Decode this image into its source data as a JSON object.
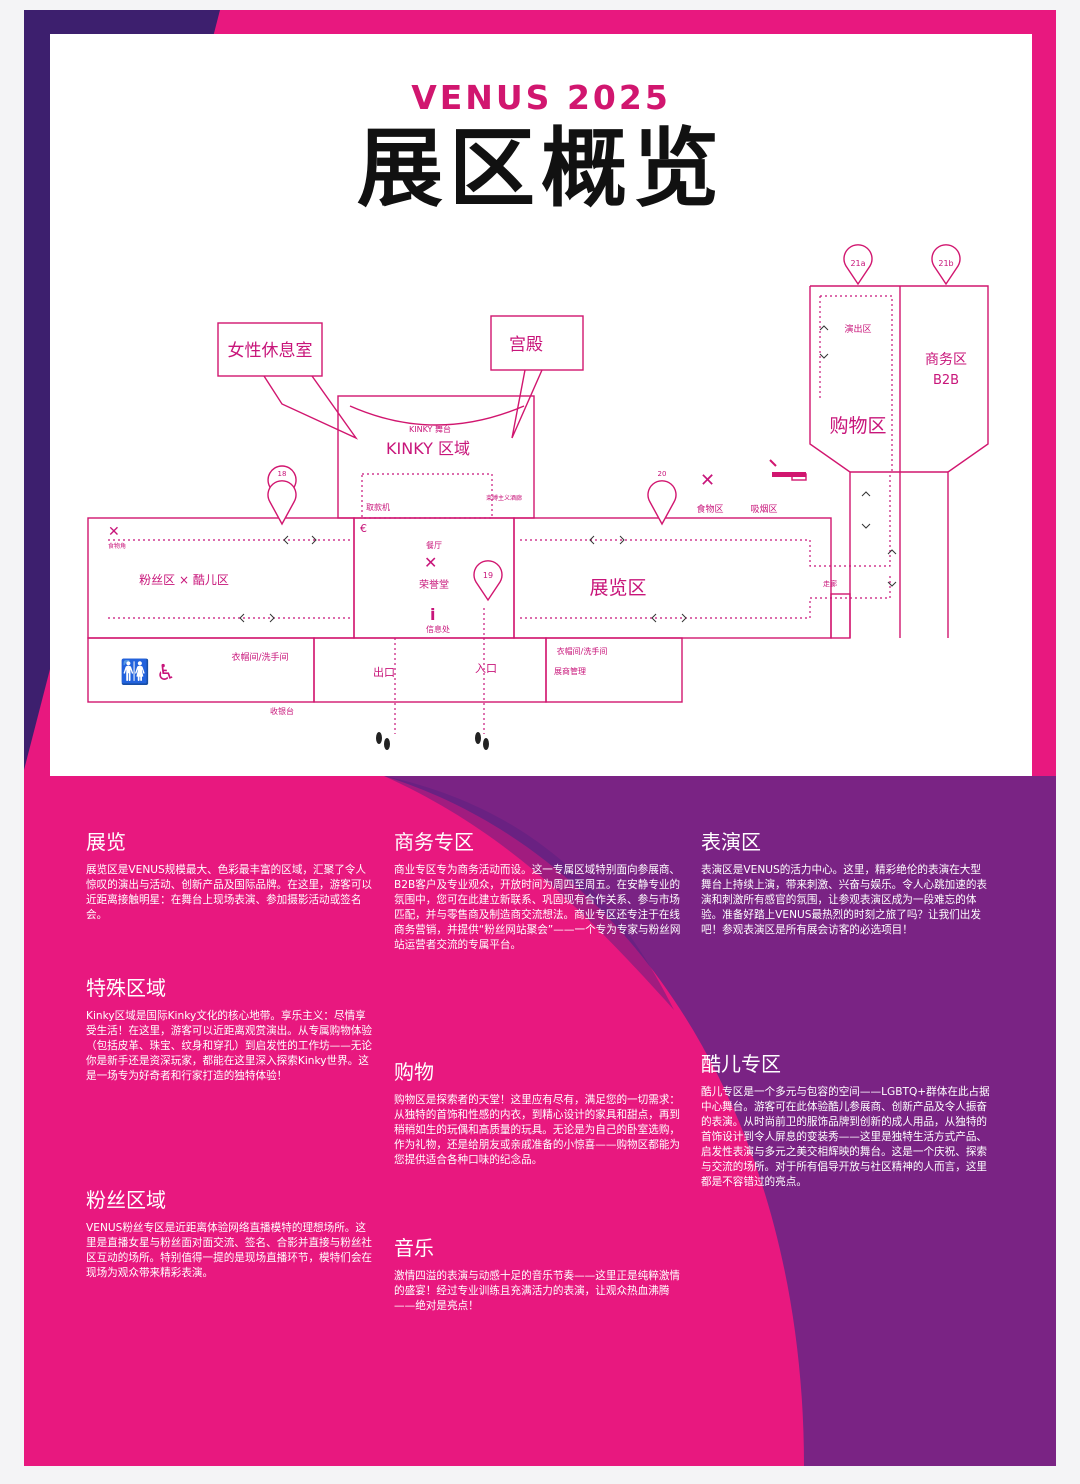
{
  "header": {
    "brand": "VENUS 2025",
    "title": "展区概览"
  },
  "map": {
    "callouts": {
      "womens_lounge": "女性休息室",
      "palace": "宫殿"
    },
    "areas": {
      "kinky_stage": "KINKY 舞台",
      "kinky_area": "KINKY 区域",
      "atm": "取款机",
      "bondage": "束缚主义酒廊",
      "fan_cool": "粉丝区 × 酷儿区",
      "food_small": "食物角",
      "restaurant": "餐厅",
      "hall_of_fame": "荣誉堂",
      "info": "信息处",
      "exhibition": "展览区",
      "corridor": "走廊",
      "food_area": "食物区",
      "smoking": "吸烟区",
      "performance": "演出区",
      "shopping": "购物区",
      "business": "商务区",
      "b2b": "B2B",
      "cloak_left": "衣帽间/洗手间",
      "cloak_right": "衣帽间/洗手间",
      "exhibitor_mgmt": "展商管理",
      "exit": "出口",
      "entrance": "入口",
      "checkout": "收银台"
    },
    "pins": {
      "p18": "18",
      "p19": "19",
      "p20": "20",
      "p21a": "21a",
      "p21b": "21b"
    }
  },
  "sections": {
    "exhibition": {
      "title": "展览",
      "body": "展览区是VENUS规模最大、色彩最丰富的区域，汇聚了令人惊叹的演出与活动、创新产品及国际品牌。在这里，游客可以近距离接触明星：在舞台上现场表演、参加摄影活动或签名会。"
    },
    "business": {
      "title": "商务专区",
      "body": "商业专区专为商务活动而设。这一专属区域特别面向参展商、B2B客户及专业观众，开放时间为周四至周五。在安静专业的氛围中，您可在此建立新联系、巩固现有合作关系、参与市场匹配，并与零售商及制造商交流想法。商业专区还专注于在线商务营销，并提供“粉丝网站聚会”——一个专为专家与粉丝网站运营者交流的专属平台。"
    },
    "performance": {
      "title": "表演区",
      "body": "表演区是VENUS的活力中心。这里，精彩绝伦的表演在大型舞台上持续上演，带来刺激、兴奋与娱乐。令人心跳加速的表演和刺激所有感官的氛围，让参观表演区成为一段难忘的体验。准备好踏上VENUS最热烈的时刻之旅了吗？让我们出发吧！参观表演区是所有展会访客的必选项目！"
    },
    "special": {
      "title": "特殊区域",
      "body": "Kinky区域是国际Kinky文化的核心地带。享乐主义：尽情享受生活！在这里，游客可以近距离观赏演出。从专属购物体验（包括皮革、珠宝、纹身和穿孔）到启发性的工作坊——无论你是新手还是资深玩家，都能在这里深入探索Kinky世界。这是一场专为好奇者和行家打造的独特体验！"
    },
    "shopping": {
      "title": "购物",
      "body": "购物区是探索者的天堂！这里应有尽有，满足您的一切需求：从独特的首饰和性感的内衣，到精心设计的家具和甜点，再到稍稍如生的玩偶和高质量的玩具。无论是为自己的卧室选购，作为礼物，还是给朋友或亲戚准备的小惊喜——购物区都能为您提供适合各种口味的纪念品。"
    },
    "queer": {
      "title": "酷儿专区",
      "body": "酷儿专区是一个多元与包容的空间——LGBTQ+群体在此占据中心舞台。游客可在此体验酷儿参展商、创新产品及令人振奋的表演。从时尚前卫的服饰品牌到创新的成人用品，从独特的首饰设计到令人屏息的变装秀——这里是独特生活方式产品、启发性表演与多元之美交相辉映的舞台。这是一个庆祝、探索与交流的场所。对于所有倡导开放与社区精神的人而言，这里都是不容错过的亮点。"
    },
    "fans": {
      "title": "粉丝区域",
      "body": "VENUS粉丝专区是近距离体验网络直播模特的理想场所。这里是直播女星与粉丝面对面交流、签名、合影并直接与粉丝社区互动的场所。特别值得一提的是现场直播环节，模特们会在现场为观众带来精彩表演。"
    },
    "music": {
      "title": "音乐",
      "body": "激情四溢的表演与动感十足的音乐节奏——这里正是纯粹激情的盛宴！经过专业训练且充满活力的表演，让观众热血沸腾——绝对是亮点！"
    }
  },
  "colors": {
    "magenta": "#e8187f",
    "purple": "#7a2384",
    "deep_purple": "#3d1f6e",
    "line": "#d1166f"
  }
}
